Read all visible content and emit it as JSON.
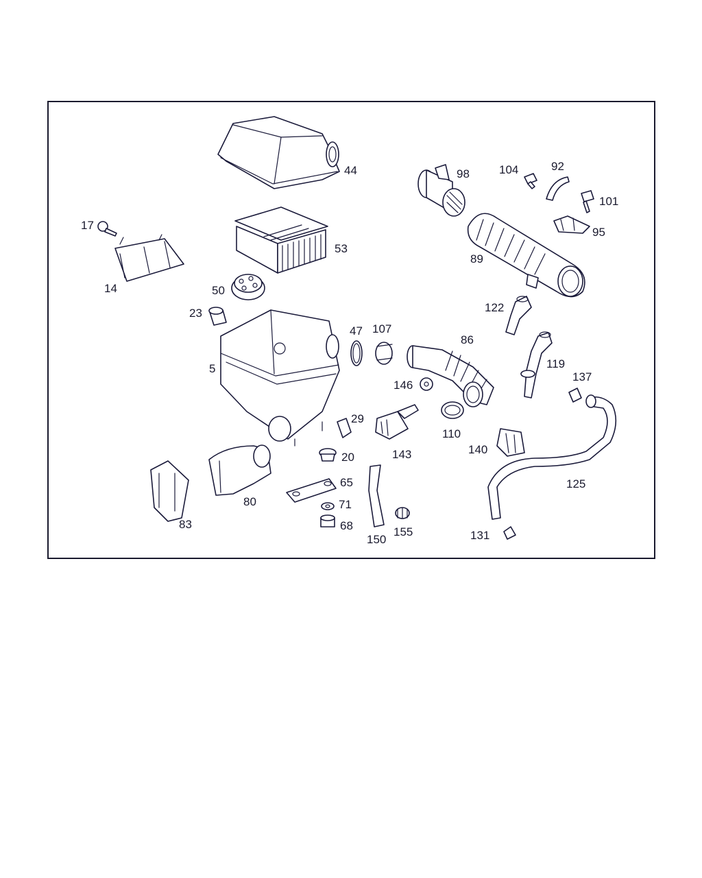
{
  "colors": {
    "line": "#1a1a3a",
    "frame": "#1a1a2e",
    "background": "#ffffff"
  },
  "labels": {
    "p44": "44",
    "p98": "98",
    "p104": "104",
    "p92": "92",
    "p101": "101",
    "p17": "17",
    "p53": "53",
    "p95": "95",
    "p89": "89",
    "p14": "14",
    "p50": "50",
    "p122": "122",
    "p23": "23",
    "p47": "47",
    "p107": "107",
    "p86": "86",
    "p5": "5",
    "p119": "119",
    "p137": "137",
    "p146": "146",
    "p29": "29",
    "p110": "110",
    "p20": "20",
    "p143": "143",
    "p140": "140",
    "p65": "65",
    "p125": "125",
    "p80": "80",
    "p83": "83",
    "p71": "71",
    "p68": "68",
    "p131": "131",
    "p155": "155",
    "p150": "150"
  }
}
